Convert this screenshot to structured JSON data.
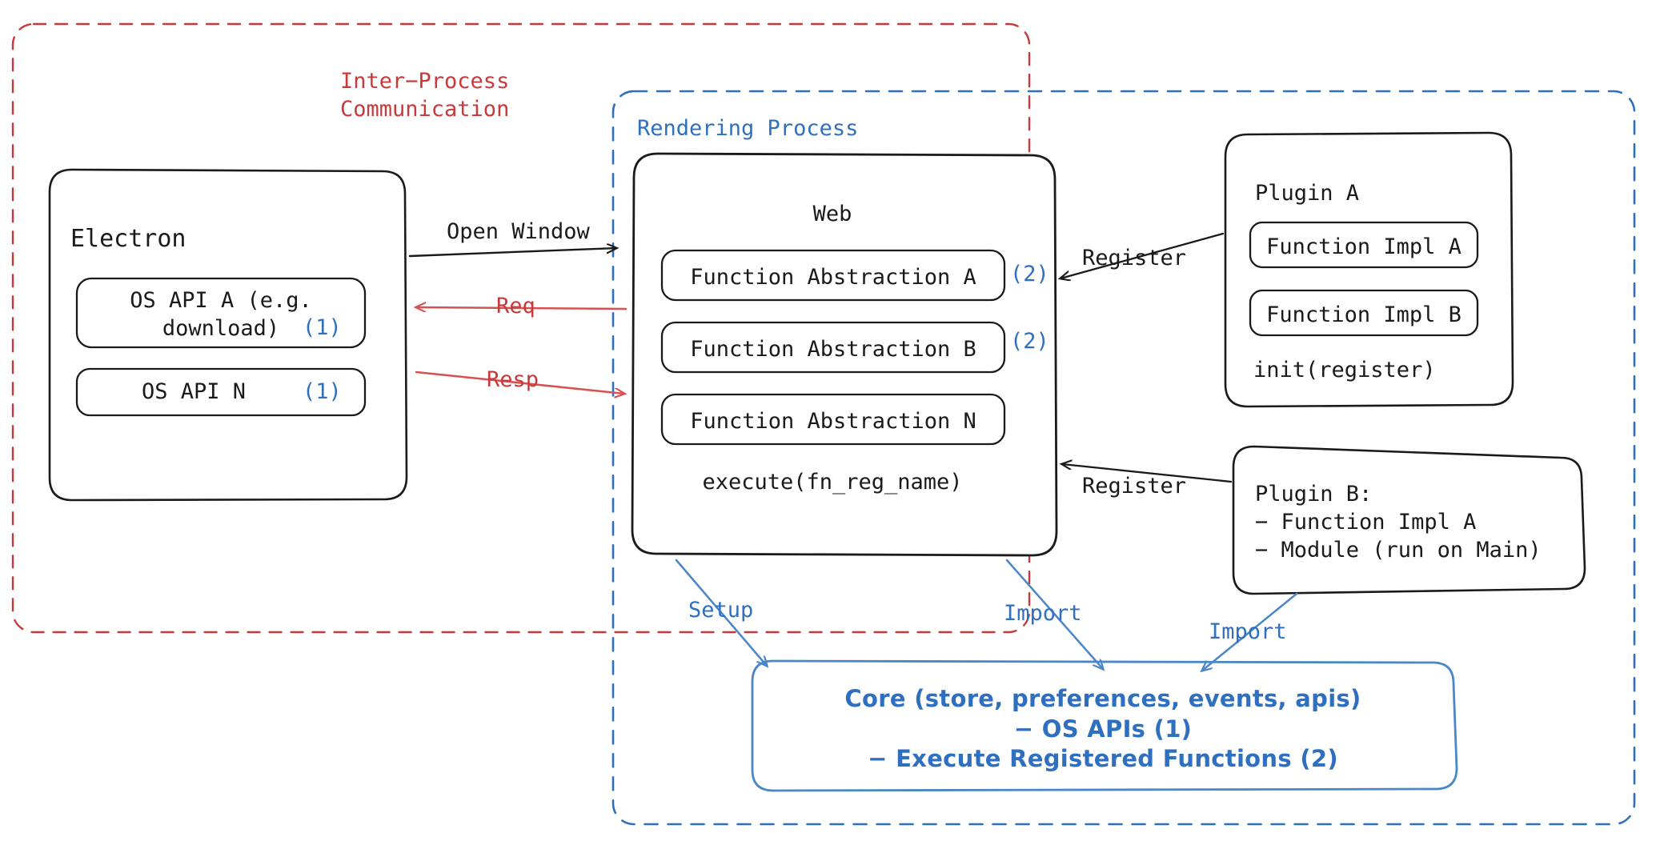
{
  "diagram": {
    "title_hidden": "",
    "regions": [
      {
        "id": "ipc",
        "label": "Inter−Process\nCommunication",
        "color": "#c8393b",
        "style": "dashed"
      },
      {
        "id": "rendering",
        "label": "Rendering Process",
        "color": "#2f6fc0",
        "style": "dashed"
      }
    ],
    "electron": {
      "title": "Electron",
      "items": [
        {
          "text": "OS API A (e.g.\ndownload)",
          "marker": "(1)"
        },
        {
          "text": "OS API N",
          "marker": "(1)"
        }
      ]
    },
    "web": {
      "title": "Web",
      "items": [
        {
          "text": "Function Abstraction A",
          "marker": "(2)"
        },
        {
          "text": "Function Abstraction B",
          "marker": "(2)"
        },
        {
          "text": "Function Abstraction N",
          "marker": ""
        }
      ],
      "footer": "execute(fn_reg_name)"
    },
    "plugin_a": {
      "title": "Plugin A",
      "items": [
        {
          "text": "Function Impl A"
        },
        {
          "text": "Function Impl B"
        }
      ],
      "footer": "init(register)"
    },
    "plugin_b": {
      "lines": [
        "Plugin B:",
        "− Function Impl A",
        "− Module (run on Main)"
      ]
    },
    "core": {
      "lines": [
        "Core (store, preferences, events, apis)",
        "− OS APIs (1)",
        "− Execute Registered Functions (2)"
      ]
    },
    "arrows": [
      {
        "id": "open-window",
        "label": "Open Window",
        "color": "#1a1a1a"
      },
      {
        "id": "req",
        "label": "Req",
        "color": "#d8504f"
      },
      {
        "id": "resp",
        "label": "Resp",
        "color": "#d8504f"
      },
      {
        "id": "register-a",
        "label": "Register",
        "color": "#1a1a1a"
      },
      {
        "id": "register-b",
        "label": "Register",
        "color": "#1a1a1a"
      },
      {
        "id": "setup",
        "label": "Setup",
        "color": "#2f6fc0"
      },
      {
        "id": "import-web",
        "label": "Import",
        "color": "#2f6fc0"
      },
      {
        "id": "import-plugb",
        "label": "Import",
        "color": "#2f6fc0"
      }
    ],
    "colors": {
      "ipc_red": "#c8393b",
      "arrow_red": "#d8504f",
      "process_blue": "#2f6fc0",
      "core_blue": "#4a86c8",
      "box_black": "#1a1a1a"
    }
  }
}
